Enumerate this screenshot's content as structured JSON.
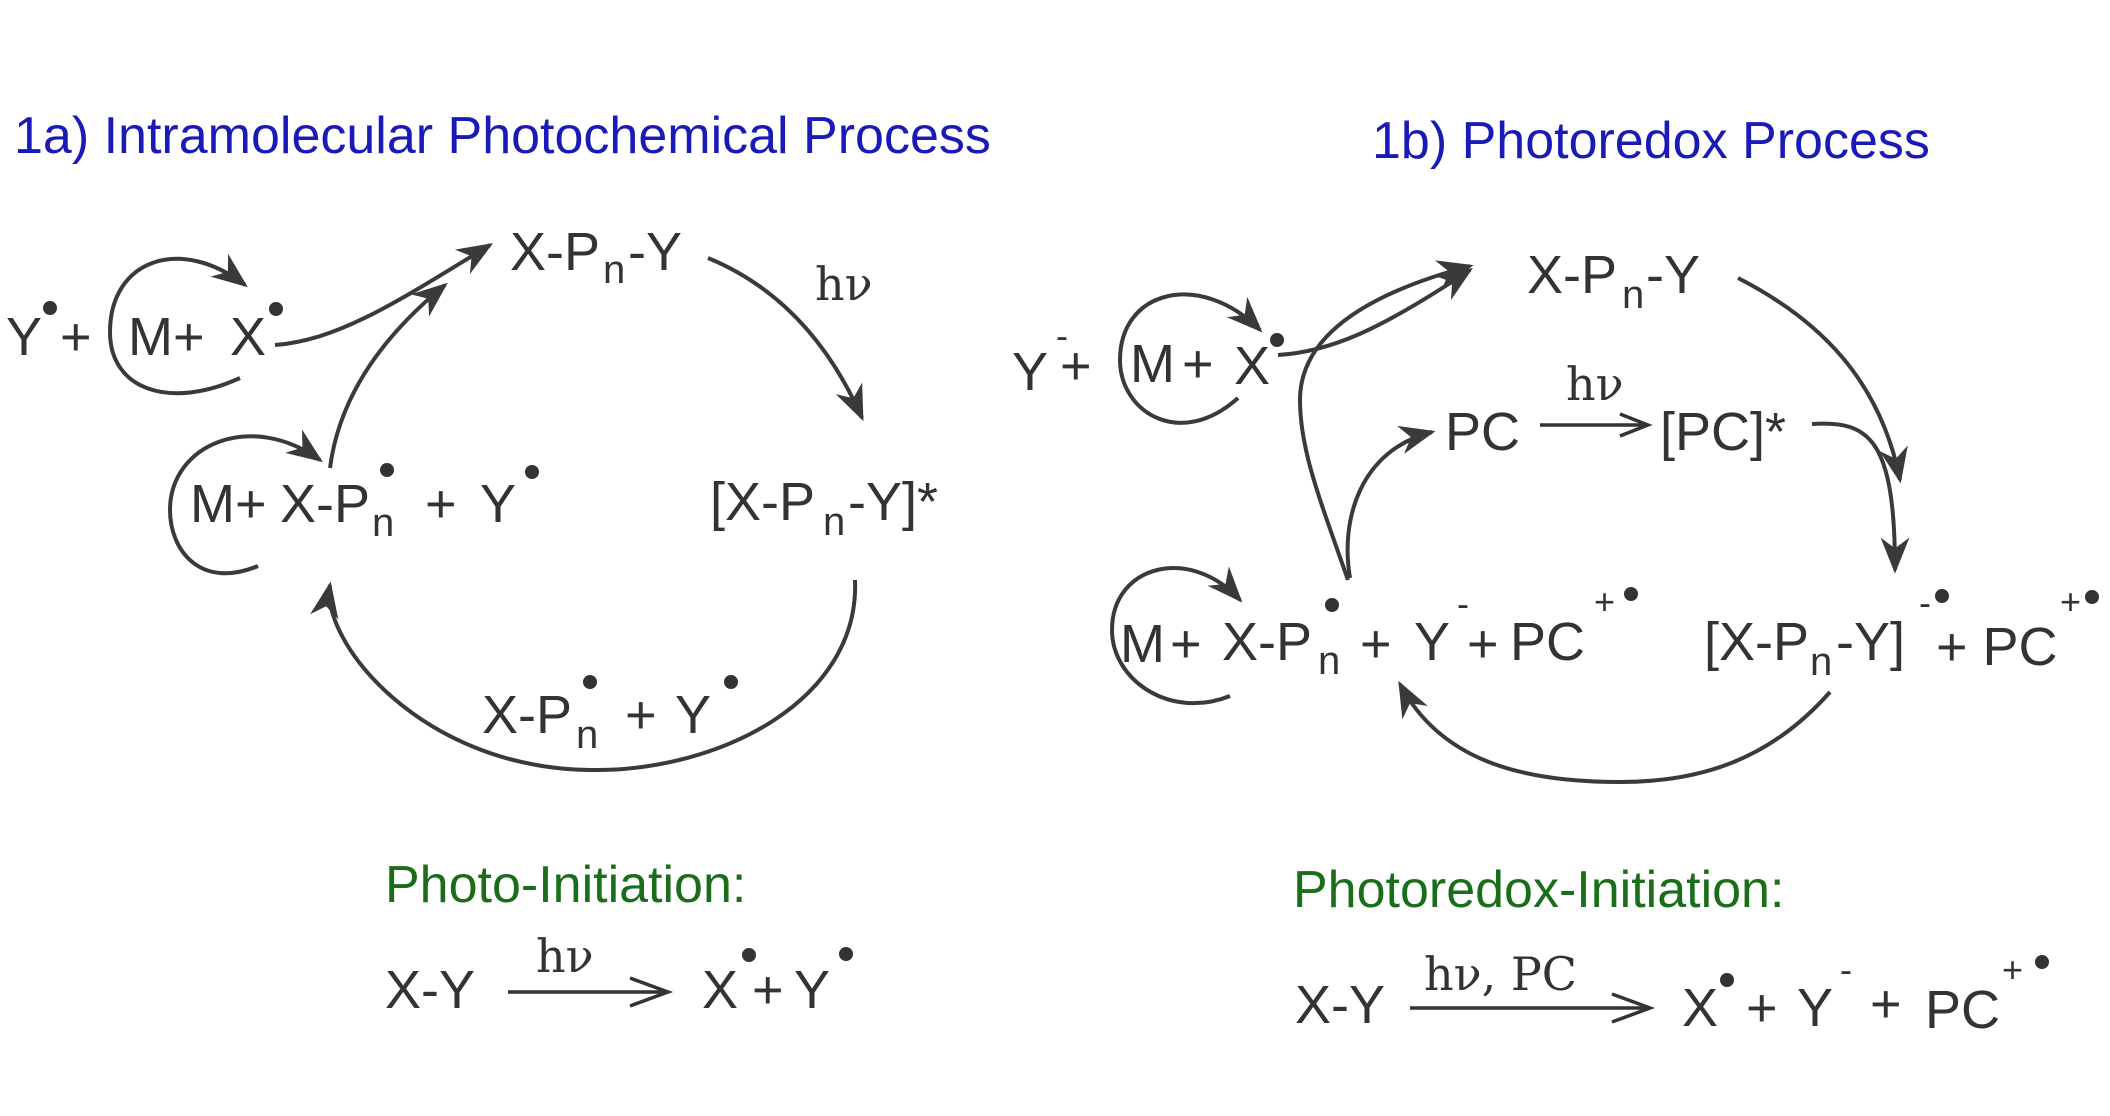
{
  "panel_a": {
    "title": "1a) Intramolecular Photochemical Process",
    "initiation_title": "Photo-Initiation:",
    "hv": "hν",
    "top_species": {
      "x": "X-P",
      "n": "n",
      "y": "-Y"
    },
    "excited_species": {
      "open": "[X-P",
      "n": "n",
      "close": "-Y]*"
    },
    "radical_pair": {
      "xp": "X-P",
      "n": "n",
      "plus": "+",
      "y": "Y"
    },
    "propagation": {
      "m": "M+",
      "xp": "X-P",
      "n": "n",
      "plus": "+",
      "y": "Y"
    },
    "monomer_init": {
      "y": "Y",
      "plus": "+",
      "m": "M+",
      "x": "X"
    },
    "initiation_eq": {
      "reactant": "X-Y",
      "over_arrow": "hν",
      "x": "X",
      "plus": "+",
      "y": "Y"
    }
  },
  "panel_b": {
    "title": "1b) Photoredox Process",
    "initiation_title": "Photoredox-Initiation:",
    "top_species": {
      "x": "X-P",
      "n": "n",
      "y": "-Y"
    },
    "pc_excitation": {
      "pc": "PC",
      "hv": "hν",
      "excited": "[PC]*"
    },
    "reduced_pair": {
      "open": "[X-P",
      "n": "n",
      "close": "-Y]",
      "minus": "-",
      "plus": "+ PC",
      "charge": "+"
    },
    "propagation": {
      "m": "M",
      "plus1": "+",
      "xp": "X-P",
      "n": "n",
      "plus2": "+",
      "y": "Y",
      "minus": "-",
      "plus3": "+",
      "pc": "PC",
      "charge": "+"
    },
    "monomer_init": {
      "y": "Y",
      "minus": "-",
      "plus1": "+",
      "m": "M",
      "plus2": "+",
      "x": "X"
    },
    "initiation_eq": {
      "reactant": "X-Y",
      "over_arrow": "hν, PC",
      "x": "X",
      "plus1": "+",
      "y": "Y",
      "minus": "-",
      "plus2": "+",
      "pc": "PC",
      "charge": "+"
    }
  },
  "colors": {
    "title": "#1a1ab8",
    "initiation_title": "#1a6e1a",
    "ink": "#333333"
  }
}
